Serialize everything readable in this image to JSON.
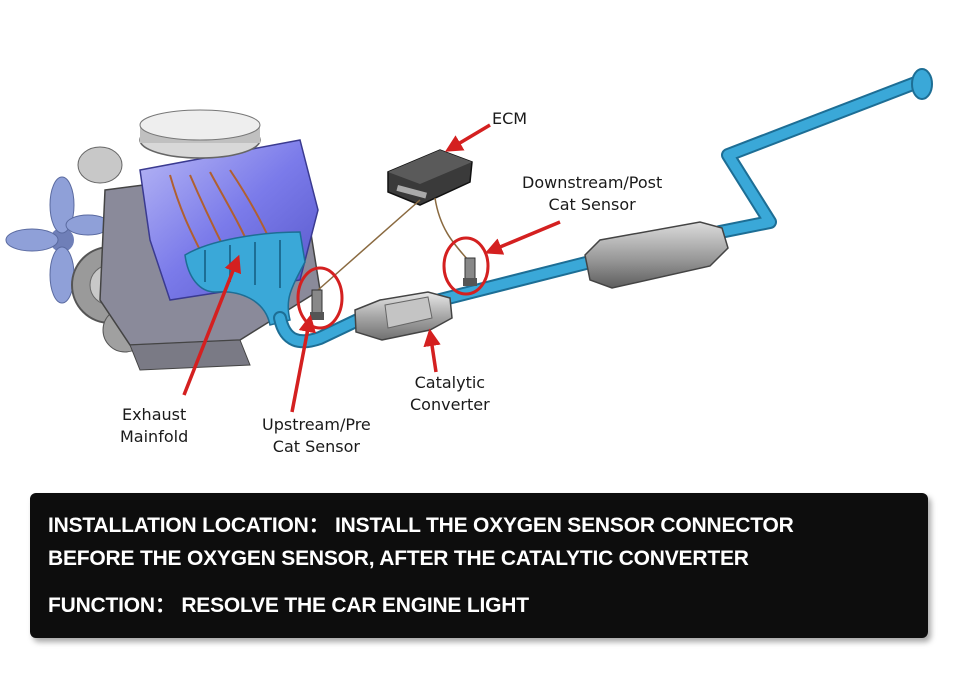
{
  "labels": {
    "ecm": "ECM",
    "downstream": [
      "Downstream/Post",
      "Cat Sensor"
    ],
    "catalytic": [
      "Catalytic",
      "Converter"
    ],
    "exhaust": [
      "Exhaust",
      "Mainfold"
    ],
    "upstream": [
      "Upstream/Pre",
      "Cat Sensor"
    ]
  },
  "info": {
    "line1": "INSTALLATION LOCATION： INSTALL THE OXYGEN SENSOR CONNECTOR",
    "line2": "BEFORE THE OXYGEN SENSOR, AFTER THE CATALYTIC CONVERTER",
    "line3": "FUNCTION： RESOLVE THE CAR ENGINE LIGHT"
  },
  "colors": {
    "pipe": "#3aa8d8",
    "engine": "#7b7bea",
    "arrow": "#d42020",
    "box": "#0d0d0d"
  }
}
